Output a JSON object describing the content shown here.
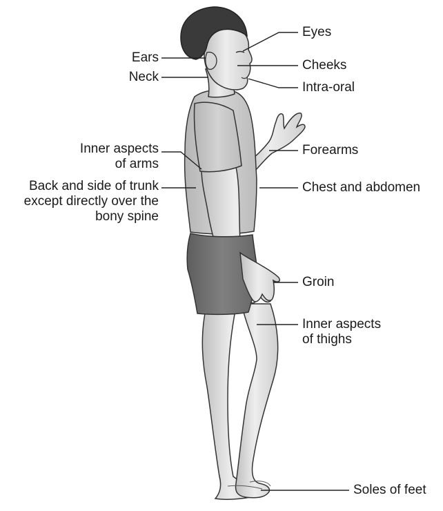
{
  "figure": {
    "labels_right": {
      "eyes": "Eyes",
      "cheeks": "Cheeks",
      "intra_oral": "Intra-oral",
      "forearms": "Forearms",
      "chest_abdomen": "Chest and abdomen",
      "groin": "Groin",
      "inner_thighs_line1": "Inner aspects",
      "inner_thighs_line2": "of thighs",
      "soles": "Soles of feet"
    },
    "labels_left": {
      "ears": "Ears",
      "neck": "Neck",
      "inner_arms_line1": "Inner aspects",
      "inner_arms_line2": "of arms",
      "back_line1": "Back and side of trunk",
      "back_line2": "except directly over the",
      "back_line3": "bony spine"
    },
    "colors": {
      "skin": "#e6e6e6",
      "skin_shadow": "#bdbdbd",
      "hair": "#3a3a3a",
      "shirt": "#c4c4c4",
      "shorts": "#6f6f6f",
      "outline": "#333333",
      "leader": "#222222"
    }
  }
}
